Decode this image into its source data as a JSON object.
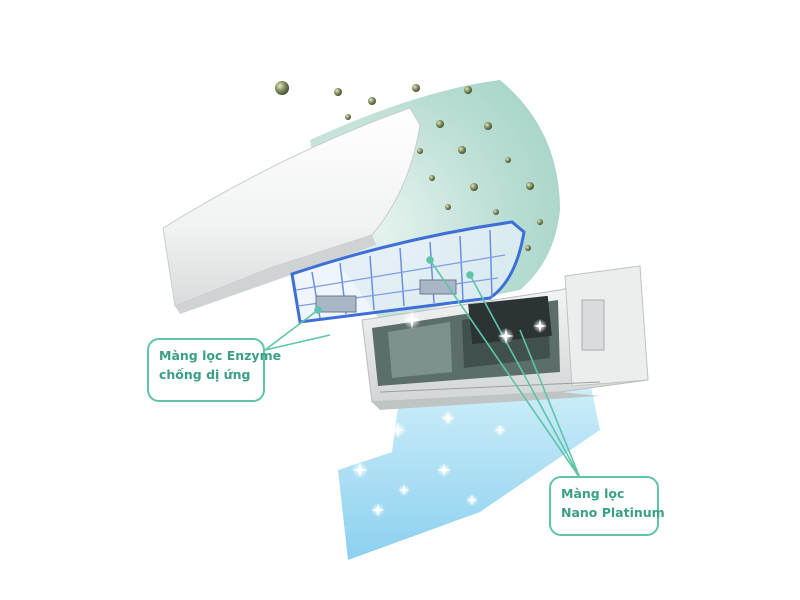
{
  "callouts": {
    "enzyme": {
      "line1": "Màng lọc Enzyme",
      "line2": "chống dị ứng"
    },
    "nano": {
      "line1": "Màng lọc",
      "line2": "Nano Platinum"
    }
  },
  "colors": {
    "accent_green": "#5fc4a9",
    "text_green": "#3a9f86",
    "mint_glow": "#b7ded4",
    "air_blue": "#8fd3ef",
    "filter_blue": "#3d6fd6",
    "unit_white": "#f4f5f5",
    "particle": "#6e7b55"
  },
  "icons": [
    "dust-particle-icon",
    "sparkle-icon"
  ]
}
